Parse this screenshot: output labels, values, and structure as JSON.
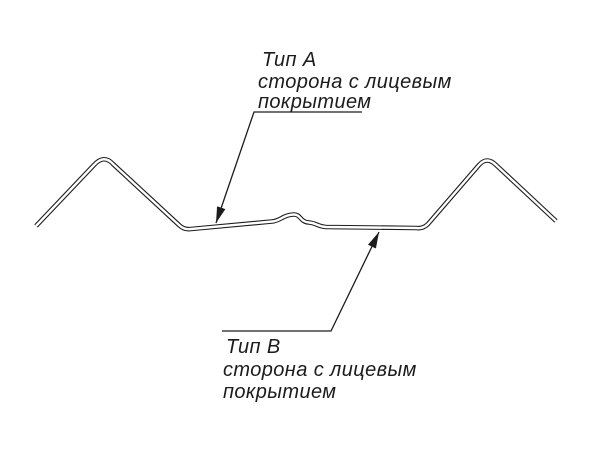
{
  "diagram": {
    "type": "technical-drawing",
    "subject": "sheet-metal-profile-cross-section",
    "background_color": "#ffffff",
    "line_color": "#1c1c1c",
    "labels": {
      "top": {
        "title": "Тип А",
        "line1": "сторона с лицевым",
        "line2": "покрытием"
      },
      "bottom": {
        "title": "Тип В",
        "line1": "сторона с лицевым",
        "line2": "покрытием"
      }
    }
  }
}
